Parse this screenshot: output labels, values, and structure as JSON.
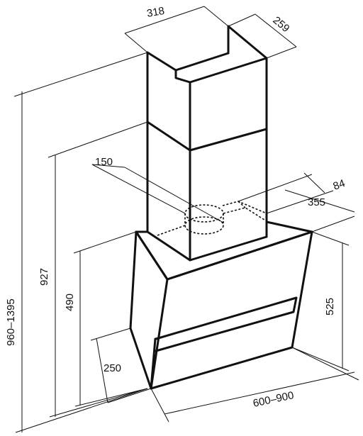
{
  "dimensions": {
    "duct_width": "318",
    "duct_depth": "259",
    "outlet_diameter": "150",
    "outlet_offset": "84",
    "outlet_to_wall": "355",
    "total_height": "960–1395",
    "height_927": "927",
    "height_490": "490",
    "front_height": "525",
    "bottom_depth": "250",
    "hood_width": "600–900"
  }
}
